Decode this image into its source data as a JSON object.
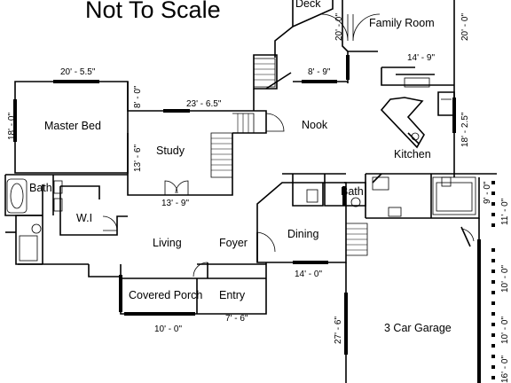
{
  "title": "Not To Scale",
  "rooms": {
    "deck": "Deck",
    "family_room": "Family Room",
    "master_bed": "Master Bed",
    "study": "Study",
    "nook": "Nook",
    "kitchen": "Kitchen",
    "bath_master": "Bath",
    "wi": "W.I",
    "living": "Living",
    "foyer": "Foyer",
    "dining": "Dining",
    "bath2": "Bath",
    "covered_porch": "Covered Porch",
    "entry": "Entry",
    "garage": "3 Car Garage"
  },
  "dimensions": {
    "family_room_height": "20' - 0\"",
    "family_room_right": "20' - 0\"",
    "kitchen_top": "14' - 9\"",
    "deck_width": "8' - 9\"",
    "master_width": "20' - 5.5\"",
    "master_height": "18' - 0\"",
    "study_top": "23' - 6.5\"",
    "master_side": "8' - 0\"",
    "study_height": "13' - 6\"",
    "study_width": "13' - 9\"",
    "kitchen_side": "18' - 2.5\"",
    "dining_width": "14' - 0\"",
    "entry_width": "7' - 6\"",
    "porch_width": "10' - 0\"",
    "garage_height": "27' - 6\"",
    "garage_side_a": "9' - 0\"",
    "garage_side_b": "11' - 0\"",
    "garage_side_c": "10' - 0\"",
    "garage_side_d": "10' - 0\"",
    "garage_side_e": "16' - 0\""
  }
}
